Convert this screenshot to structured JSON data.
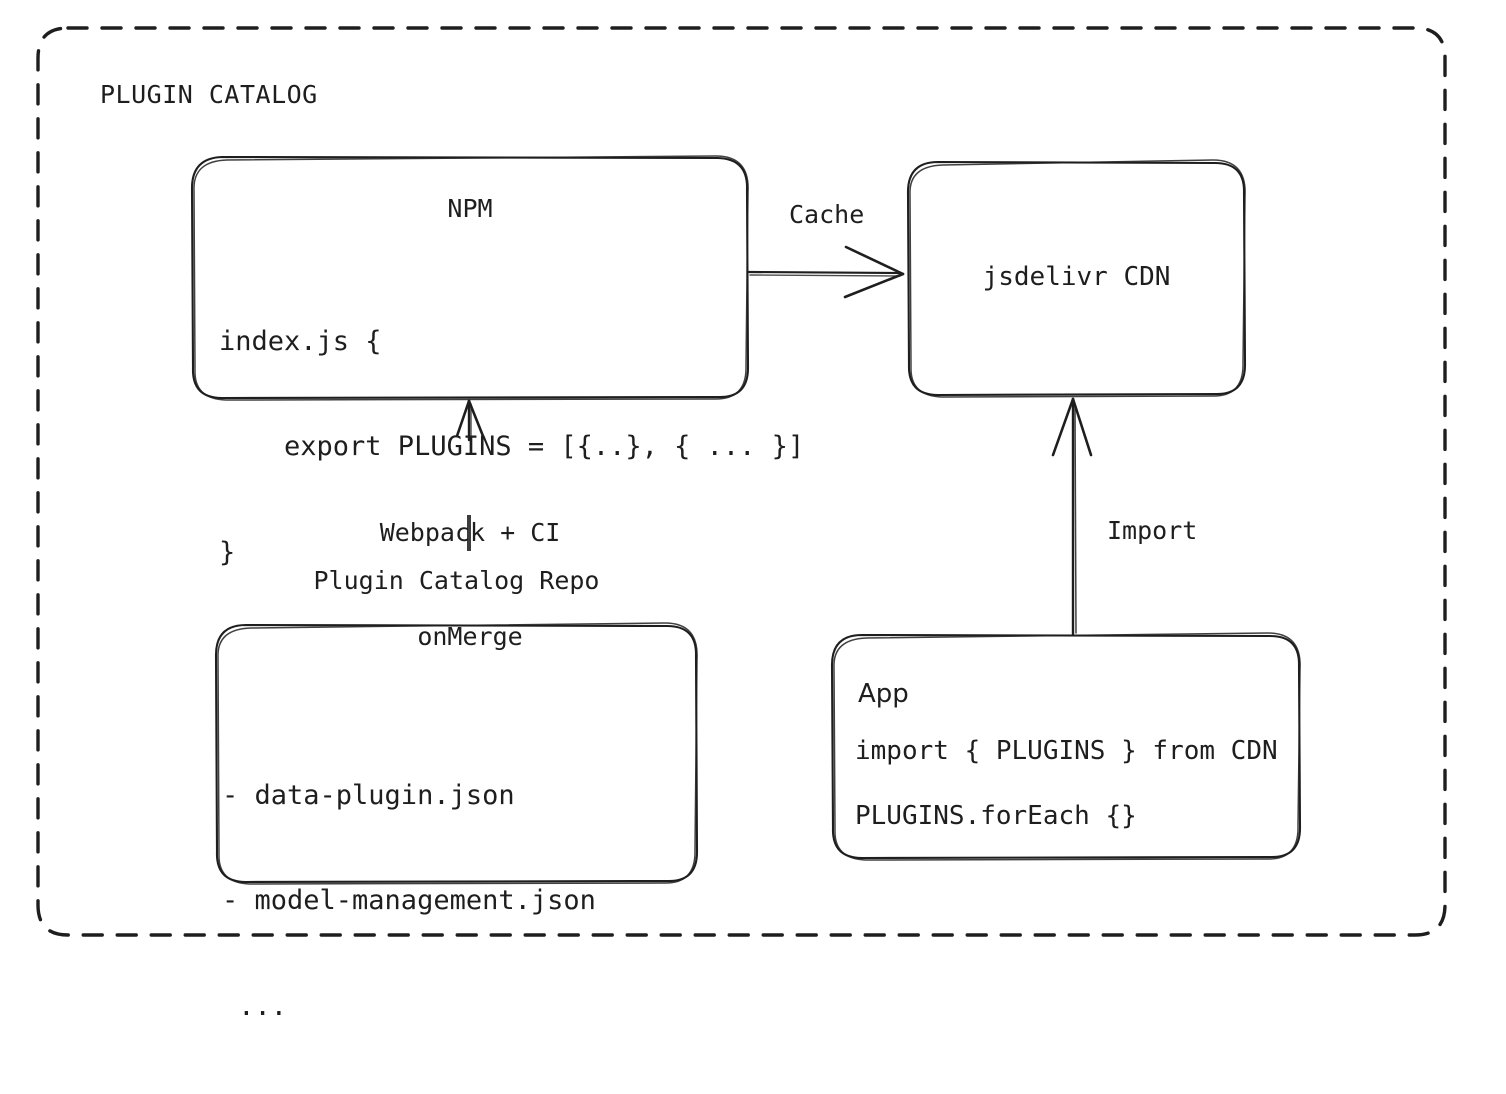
{
  "diagram": {
    "group": {
      "title": "PLUGIN CATALOG",
      "border_style": "dashed",
      "border_color": "#1e1e1e"
    },
    "nodes": {
      "npm": {
        "title": "NPM",
        "code_line_1": "index.js {",
        "code_line_2": "    export PLUGINS = [{..}, { ... }]",
        "code_line_3": "}"
      },
      "cdn": {
        "title": "jsdelivr CDN"
      },
      "repo": {
        "label": "Plugin Catalog Repo",
        "file_line_1": "- data-plugin.json",
        "file_line_2": "- model-management.json",
        "file_line_3": " ..."
      },
      "app": {
        "title": "App",
        "code_line_1": "import { PLUGINS } from CDN",
        "code_line_2": "PLUGINS.forEach {}"
      }
    },
    "edges": {
      "cache": {
        "label": "Cache",
        "from": "npm",
        "to": "cdn",
        "direction": "right"
      },
      "build": {
        "label_line_1": "Webpack + CI",
        "label_line_2": "onMerge",
        "from": "repo",
        "to": "npm",
        "direction": "up"
      },
      "import": {
        "label": "Import",
        "from": "app",
        "to": "cdn",
        "direction": "up"
      }
    },
    "colors": {
      "stroke": "#1e1e1e",
      "background": "#ffffff"
    }
  }
}
